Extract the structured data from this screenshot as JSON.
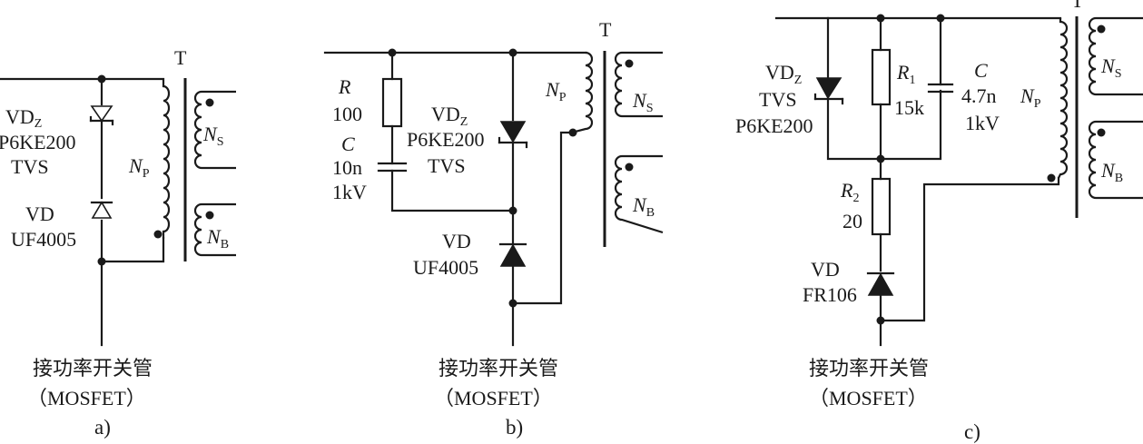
{
  "transformer_label": "T",
  "common": {
    "switch_line1": "接功率开关管",
    "switch_line2": "（MOSFET）",
    "np": "N",
    "np_sub": "P",
    "ns": "N",
    "ns_sub": "S",
    "nb": "N",
    "nb_sub": "B"
  },
  "a": {
    "caption": "a)",
    "vdz": "VD",
    "vdz_sub": "Z",
    "tvs_part": "P6KE200",
    "tvs": "TVS",
    "vd": "VD",
    "vd_part": "UF4005"
  },
  "b": {
    "caption": "b)",
    "r_label": "R",
    "r_value": "100",
    "c_label": "C",
    "c_value": "10n",
    "c_rating": "1kV",
    "vdz": "VD",
    "vdz_sub": "Z",
    "tvs_part": "P6KE200",
    "tvs": "TVS",
    "vd": "VD",
    "vd_part": "UF4005"
  },
  "c": {
    "caption": "c)",
    "vdz": "VD",
    "vdz_sub": "Z",
    "tvs": "TVS",
    "tvs_part": "P6KE200",
    "r1_label": "R",
    "r1_sub": "1",
    "r1_value": "15k",
    "c_label": "C",
    "c_value": "4.7n",
    "c_rating": "1kV",
    "r2_label": "R",
    "r2_sub": "2",
    "r2_value": "20",
    "vd": "VD",
    "vd_part": "FR106"
  }
}
